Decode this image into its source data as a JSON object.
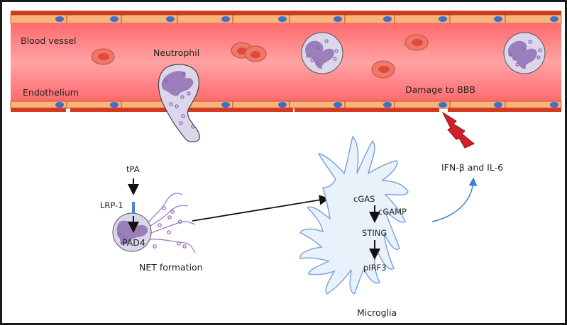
{
  "diagram": {
    "vessel": {
      "label": "Blood vessel",
      "endothelium_label": "Endothelium",
      "neutrophil_label": "Neutrophil",
      "damage_label": "Damage to BBB"
    },
    "net": {
      "tpa_label": "tPA",
      "receptor_label": "LRP-1",
      "enzyme_label": "PAD4",
      "caption": "NET formation"
    },
    "microglia": {
      "caption": "Microglia",
      "pathway": [
        "cGAS",
        "cGAMP",
        "STING",
        "pIRF3"
      ]
    },
    "output_label": "IFN-β and IL-6",
    "colors": {
      "vessel_lumen": "#ff6b6f",
      "vessel_center": "#ff9a9c",
      "vessel_wall": "#d33a20",
      "endothelial_cell": "#f9b47a",
      "nucleus": "#3f6fc7",
      "rbc": "#ec6c5e",
      "neutrophil_body": "#dcd6ea",
      "neutrophil_nucleus": "#9b7fba",
      "microglia_fill": "#e9f2fb",
      "microglia_stroke": "#7ea5d8",
      "bolt": "#d1202a",
      "output_arrow": "#3c7fd0",
      "receptor": "#4a86d1"
    }
  }
}
